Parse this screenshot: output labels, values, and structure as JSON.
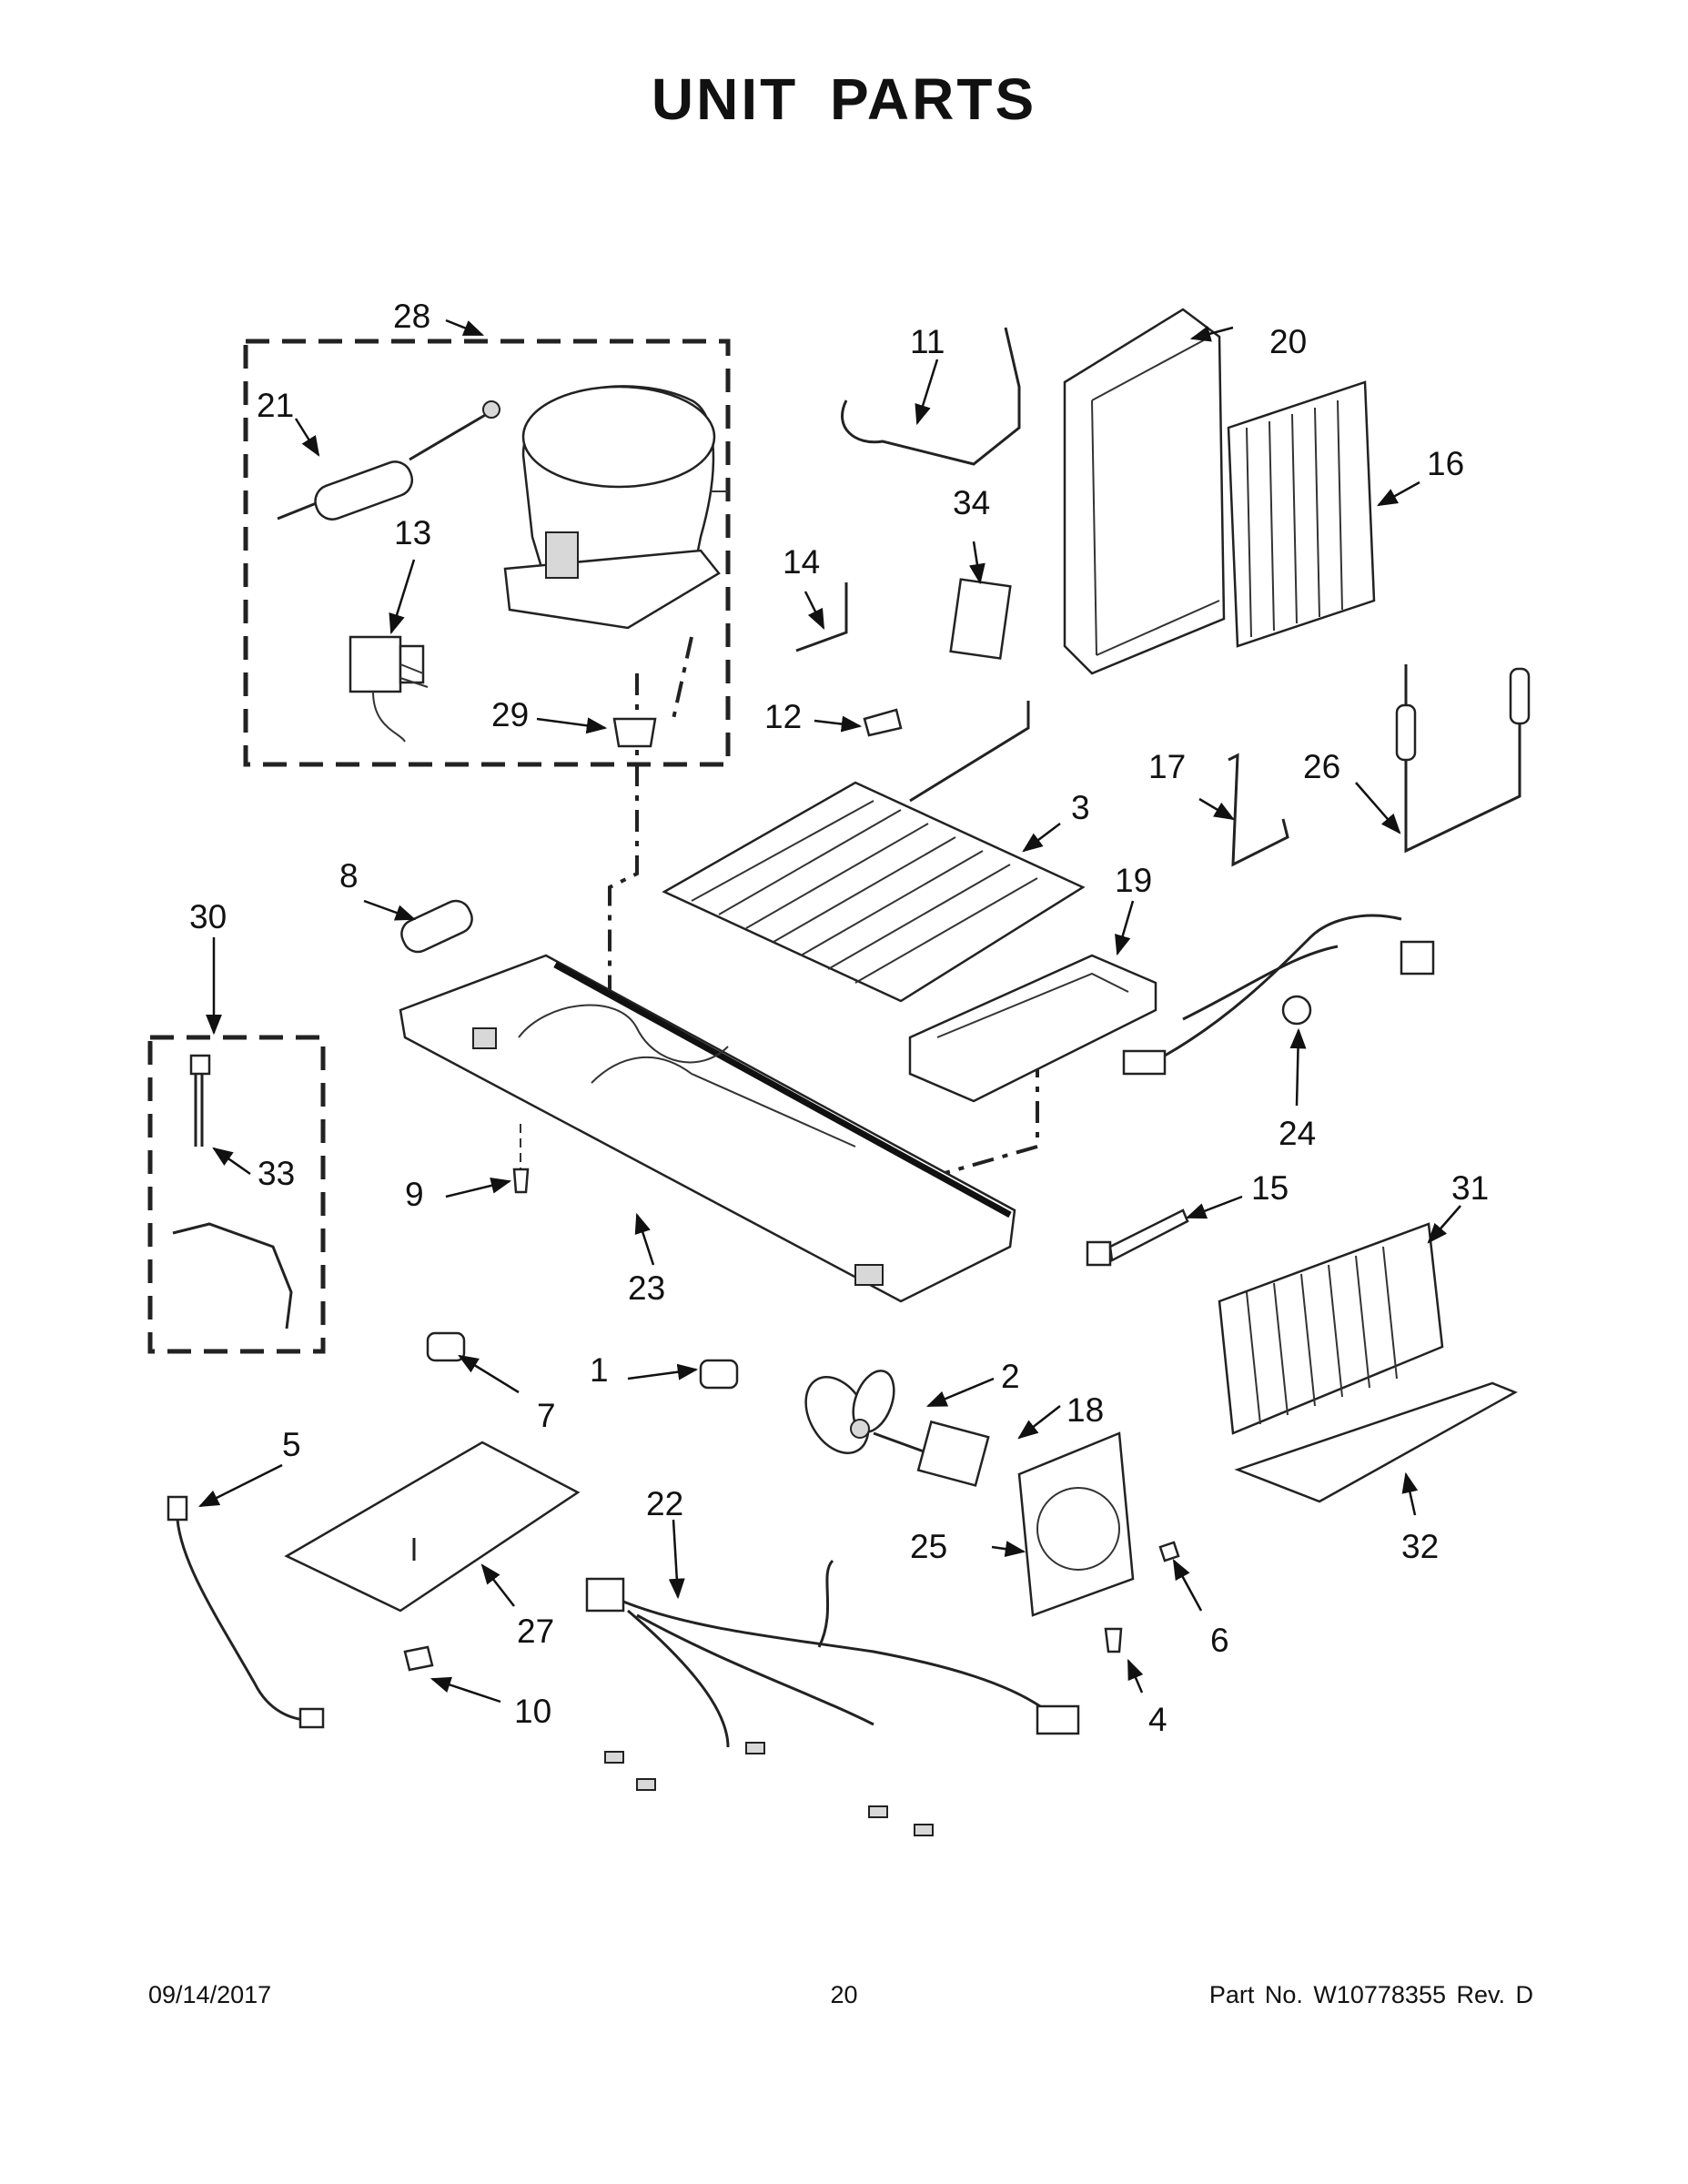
{
  "page": {
    "title": "UNIT PARTS",
    "footer": {
      "date": "09/14/2017",
      "page_number": "20",
      "part_number": "Part No.  W10778355  Rev.  D"
    }
  },
  "callouts": {
    "c1": "1",
    "c2": "2",
    "c3": "3",
    "c4": "4",
    "c5": "5",
    "c6": "6",
    "c7": "7",
    "c8": "8",
    "c9": "9",
    "c10": "10",
    "c11": "11",
    "c12": "12",
    "c13": "13",
    "c14": "14",
    "c15": "15",
    "c16": "16",
    "c17": "17",
    "c18": "18",
    "c19": "19",
    "c20": "20",
    "c21": "21",
    "c22": "22",
    "c23": "23",
    "c24": "24",
    "c25": "25",
    "c26": "26",
    "c27": "27",
    "c28": "28",
    "c29": "29",
    "c30": "30",
    "c31": "31",
    "c32": "32",
    "c33": "33",
    "c34": "34"
  }
}
